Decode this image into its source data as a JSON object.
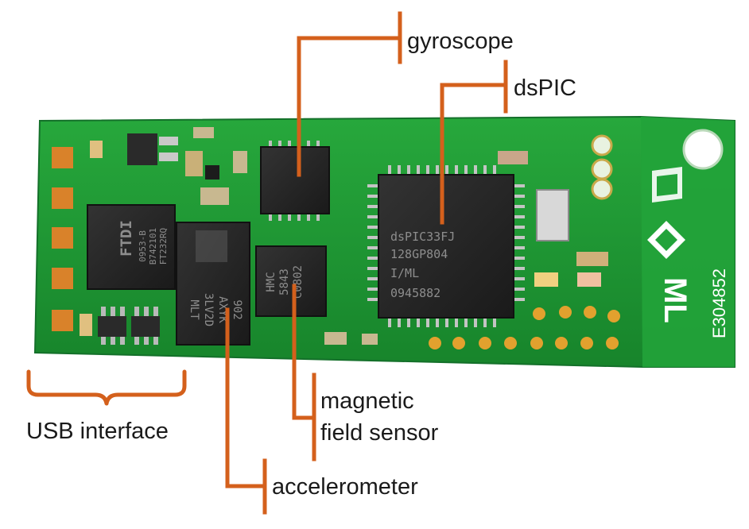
{
  "labels": {
    "gyroscope": "gyroscope",
    "dspic": "dsPIC",
    "magnetic_line1": "magnetic",
    "magnetic_line2": "field sensor",
    "accelerometer": "accelerometer",
    "usb": "USB interface"
  },
  "board_markings": {
    "ftdi_logo": "FTDI",
    "ftdi_code1": "0953-B",
    "ftdi_code2": "B742101",
    "ftdi_code3": "FT232RQ",
    "accel_text1": "MLT",
    "accel_text2": "3LV2D",
    "accel_text3": "AXYK",
    "accel_text4": "902",
    "mag_text1": "HMC",
    "mag_text2": "5843",
    "mag_text3": "C0802",
    "dspic_text1": "dsPIC33FJ",
    "dspic_text2": "128GP804",
    "dspic_text3": "I/ML",
    "dspic_text4": "0945882",
    "serial": "E304852",
    "logo_text": "ML"
  },
  "colors": {
    "pcb": "#1f9a33",
    "pcb_dark": "#17802a",
    "callout": "#d4601c",
    "chip": "#262626",
    "pad": "#d98b2a"
  }
}
